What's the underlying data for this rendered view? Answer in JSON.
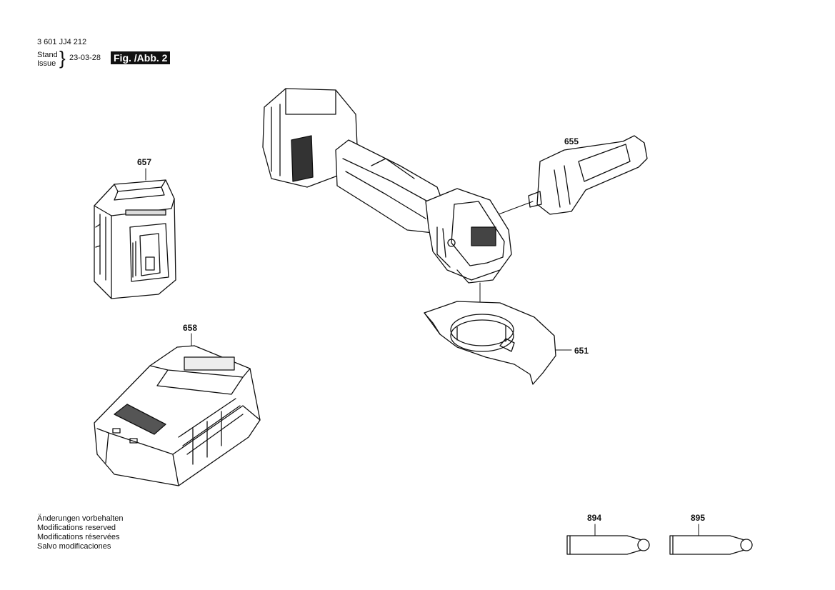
{
  "header": {
    "part_number": "3 601 JJ4 212",
    "stand_label": "Stand",
    "issue_label": "Issue",
    "issue_date": "23-03-28",
    "figure_label": "Fig. /Abb. 2"
  },
  "callouts": {
    "battery": "657",
    "charger": "658",
    "grinder_handle": "655",
    "guard": "651",
    "tube_1": "894",
    "tube_2": "895"
  },
  "footer_notes": [
    "Änderungen vorbehalten",
    "Modifications reserved",
    "Modifications réservées",
    "Salvo modificaciones"
  ]
}
